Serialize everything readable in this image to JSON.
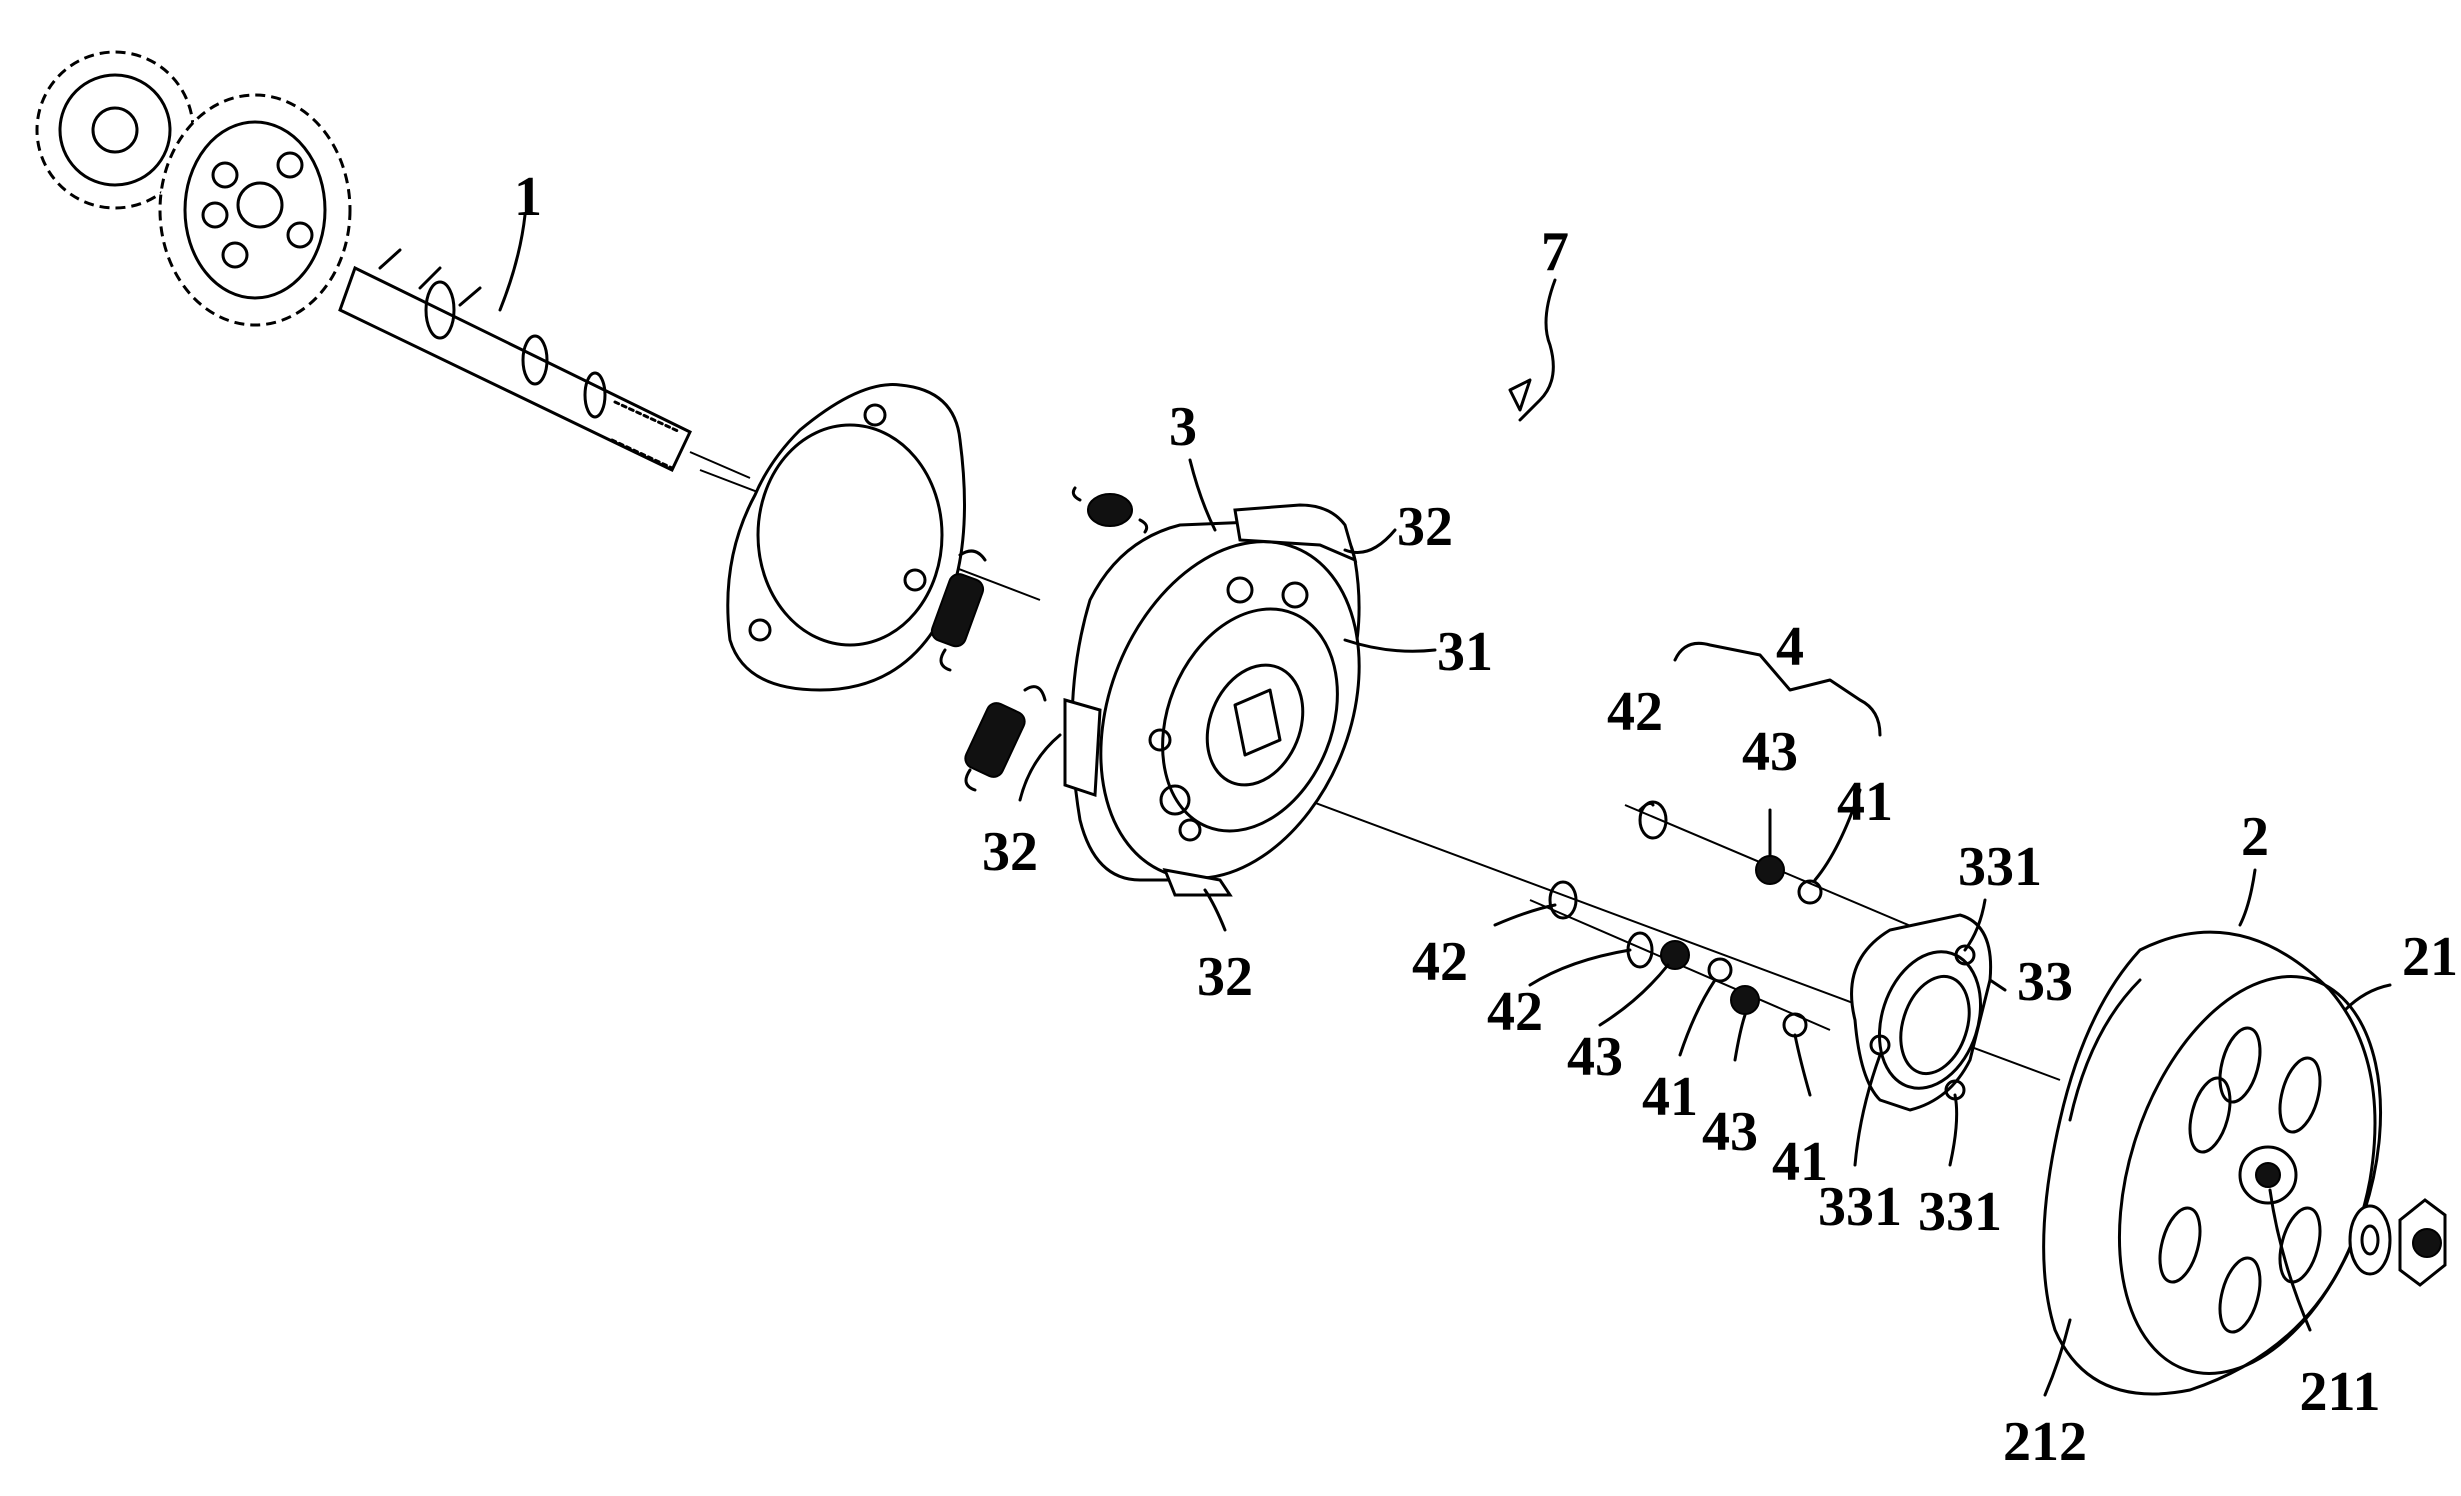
{
  "figure": {
    "labels": {
      "assembly": "7",
      "shaft": "1",
      "clutch_plate": "3",
      "plate_face": "31",
      "shoe_top": "32",
      "shoe_left": "32",
      "shoe_bottom": "32",
      "damper_group": "4",
      "retainer": "33",
      "hole_top": "331",
      "hole_left": "331",
      "hole_right": "331",
      "drum": "2",
      "drum_rim": "21",
      "drum_hub": "211",
      "drum_face": "212",
      "ring_a": "42",
      "ring_b": "42",
      "ring_c": "42",
      "ball_a": "43",
      "ball_b": "43",
      "ball_c": "43",
      "washer_a": "41",
      "washer_b": "41",
      "washer_c": "41"
    }
  }
}
